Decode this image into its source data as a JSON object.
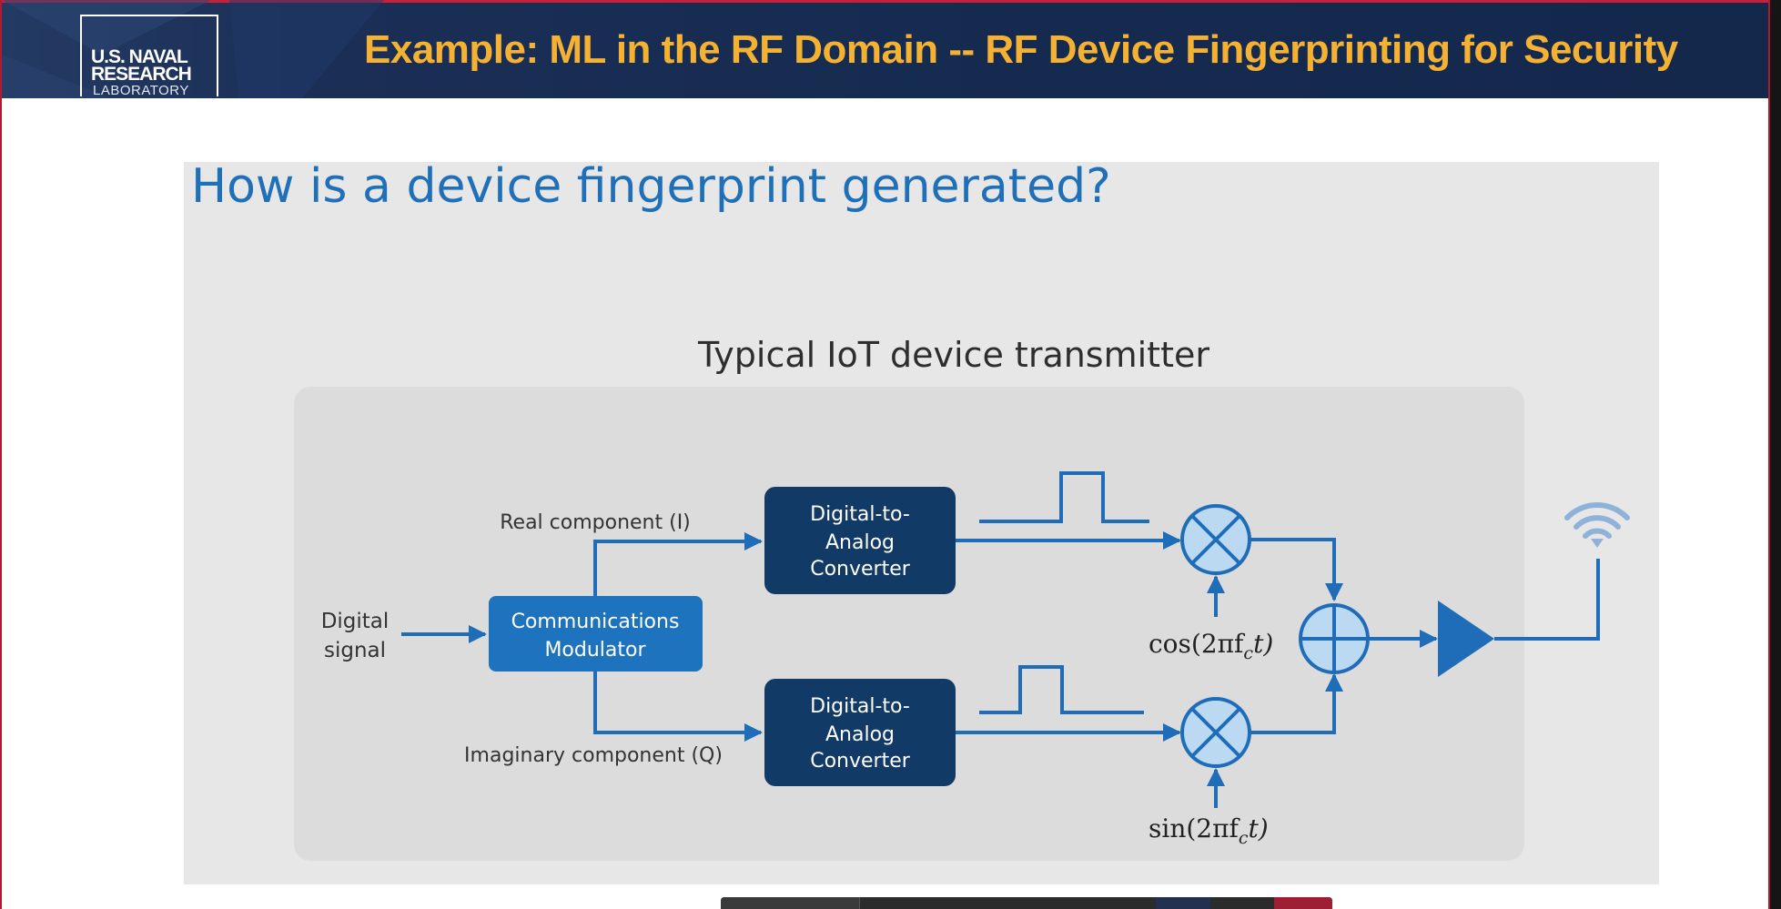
{
  "banner": {
    "title": "Example: ML in the RF Domain -- RF Device Fingerprinting for Security",
    "logo": {
      "line1": "U.S. NAVAL",
      "line2": "RESEARCH",
      "line3": "LABORATORY"
    }
  },
  "slide": {
    "heading": "How is a device fingerprint generated?",
    "diagram": {
      "title": "Typical IoT device transmitter",
      "input_label_line1": "Digital",
      "input_label_line2": "signal",
      "modulator_line1": "Communications",
      "modulator_line2": "Modulator",
      "real_label": "Real component (I)",
      "imag_label": "Imaginary component (Q)",
      "dac_top": [
        "Digital-to-",
        "Analog",
        "Converter"
      ],
      "dac_bottom": [
        "Digital-to-",
        "Analog",
        "Converter"
      ],
      "cos_label": "cos(2πf",
      "sin_label": "sin(2πf",
      "sub_c": "c",
      "t_suffix": "t)",
      "antenna_icon": "wifi-icon"
    }
  },
  "colors": {
    "banner_bg": "#152a4f",
    "banner_title": "#f4b132",
    "heading_blue": "#1f70b8",
    "dark_box": "#123a66",
    "mid_box": "#1e73be",
    "line_blue": "#1f6db8",
    "mixer_fill": "#bcd9f2",
    "panel_bg": "#e7e7e7",
    "inner_panel_bg": "#dddddd"
  }
}
